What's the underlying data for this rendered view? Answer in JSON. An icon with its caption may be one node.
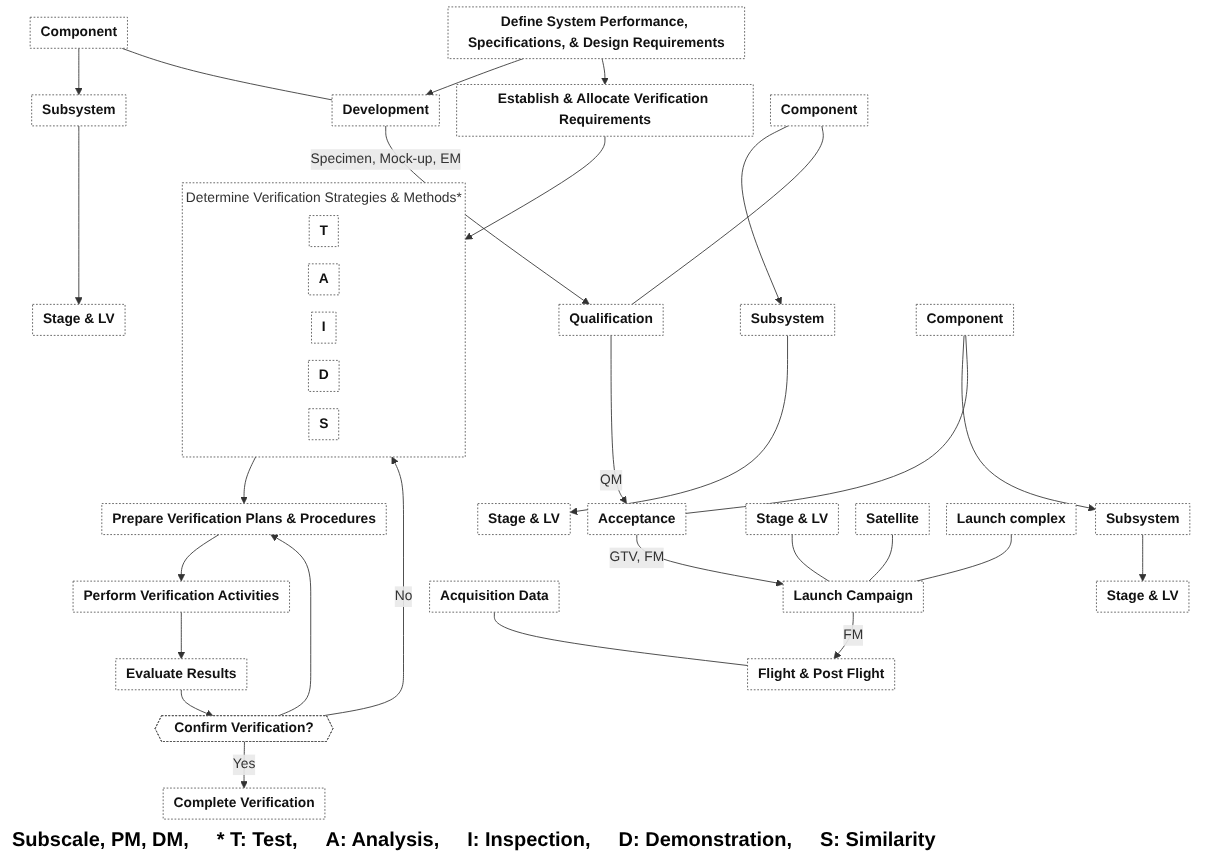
{
  "diagram": {
    "nodes": [
      {
        "text": [
          "Define System Performance, Specifications, & Design Requirements"
        ]
      },
      {
        "text": [
          "Component"
        ]
      },
      {
        "text": [
          "Subsystem"
        ]
      },
      {
        "text": [
          "Stage & LV"
        ]
      },
      {
        "text": [
          "Development"
        ]
      },
      {
        "text": [
          "Establish & Allocate Verification Requirements"
        ]
      },
      {
        "text": [
          "Determine Verification Strategies & Methods*"
        ]
      },
      {
        "text": [
          "T"
        ],
        "in": 6
      },
      {
        "text": [
          "A"
        ],
        "in": 6
      },
      {
        "text": [
          "I"
        ],
        "in": 6
      },
      {
        "text": [
          "D"
        ],
        "in": 6
      },
      {
        "text": [
          "S"
        ],
        "in": 6
      },
      {
        "text": [
          "Component"
        ]
      },
      {
        "text": [
          "Subsystem"
        ]
      },
      {
        "text": [
          "Stage & LV"
        ]
      },
      {
        "text": [
          "Qualification"
        ]
      },
      {
        "text": [
          "Prepare Verification Plans & Procedures"
        ]
      },
      {
        "text": [
          "Component"
        ]
      },
      {
        "text": [
          "Subsystem"
        ]
      },
      {
        "text": [
          "Stage & LV"
        ]
      },
      {
        "text": [
          "Acceptance"
        ]
      },
      {
        "text": [
          "Perform Verification Activities"
        ]
      },
      {
        "text": [
          "Stage & LV"
        ]
      },
      {
        "text": [
          "Satellite"
        ]
      },
      {
        "text": [
          "Launch complex"
        ]
      },
      {
        "text": [
          "Launch Campaign"
        ]
      },
      {
        "text": [
          "Evaluate Results"
        ]
      },
      {
        "text": [
          "Confirm Verification?"
        ]
      },
      {
        "text": [
          "Acquisition Data"
        ]
      },
      {
        "text": [
          "Flight & Post Flight"
        ]
      },
      {
        "text": [
          "Complete Verification"
        ]
      }
    ],
    "edges": [
      {
        "from": 0,
        "to": 4,
        "arrow": "to"
      },
      {
        "from": 0,
        "to": 5,
        "arrow": "to"
      },
      {
        "from": 1,
        "to": 2,
        "arrow": "to"
      },
      {
        "from": 2,
        "to": 3,
        "arrow": "to"
      },
      {
        "from": 1,
        "to": 4,
        "arrow": "none"
      },
      {
        "from": 4,
        "to": 15,
        "arrow": "to",
        "label": "Specimen, Mock-up, EM"
      },
      {
        "from": 12,
        "to": 13,
        "arrow": "to"
      },
      {
        "from": 13,
        "to": 14,
        "arrow": "to"
      },
      {
        "from": 12,
        "to": 15,
        "arrow": "none"
      },
      {
        "from": 15,
        "to": 20,
        "arrow": "to",
        "label": "QM"
      },
      {
        "from": 17,
        "to": 18,
        "arrow": "to"
      },
      {
        "from": 18,
        "to": 19,
        "arrow": "to"
      },
      {
        "from": 17,
        "to": 20,
        "arrow": "none"
      },
      {
        "from": 20,
        "to": 25,
        "arrow": "to",
        "label": "GTV, FM"
      },
      {
        "from": 22,
        "to": 25,
        "arrow": "none"
      },
      {
        "from": 23,
        "to": 25,
        "arrow": "none"
      },
      {
        "from": 24,
        "to": 25,
        "arrow": "none"
      },
      {
        "from": 25,
        "to": 29,
        "arrow": "to",
        "label": "FM"
      },
      {
        "from": 28,
        "to": 29,
        "arrow": "none"
      },
      {
        "from": 5,
        "to": 6,
        "arrow": "to"
      },
      {
        "from": 6,
        "to": 16,
        "arrow": "to"
      },
      {
        "from": 16,
        "to": 21,
        "arrow": "to"
      },
      {
        "from": 21,
        "to": 26,
        "arrow": "to"
      },
      {
        "from": 26,
        "to": 27,
        "arrow": "to"
      },
      {
        "from": 27,
        "to": 30,
        "arrow": "to",
        "label": "Yes"
      },
      {
        "from": 27,
        "to": 6,
        "arrow": "to",
        "label": "No"
      },
      {
        "from": 27,
        "to": 16,
        "arrow": "to"
      }
    ],
    "labels": [
      "Subscale, PM, DM,",
      "* T: Test,",
      "A: Analysis,",
      "I: Inspection,",
      "D: Demonstration,",
      "S: Similarity"
    ]
  }
}
